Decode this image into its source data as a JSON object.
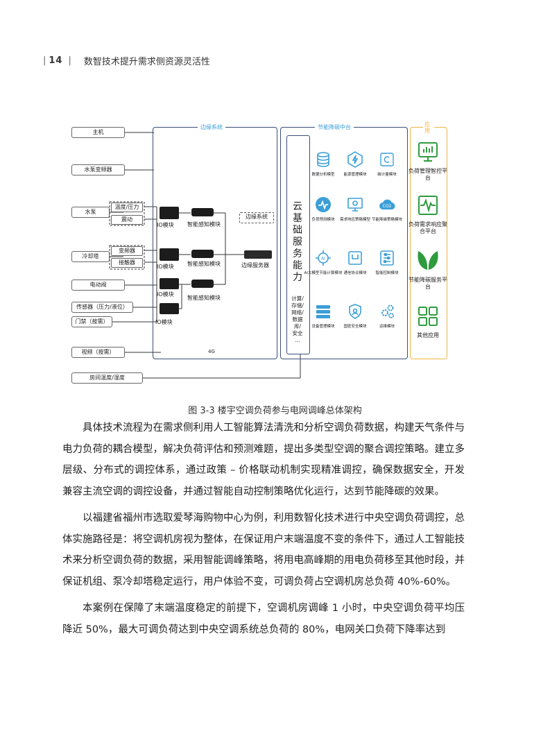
{
  "header": {
    "page_number": "14",
    "title": "数智技术提升需求侧资源灵活性"
  },
  "diagram": {
    "left_boxes": [
      "主机",
      "水泵变频器",
      "水泵",
      "冷却塔",
      "电动阀",
      "传感器（压力/液位）",
      "门禁（按需）",
      "视频（按需）",
      "房间温度/湿度"
    ],
    "pump_subs": [
      "温度/压力",
      "震动"
    ],
    "tower_subs": [
      "变频器",
      "接触器"
    ],
    "edge_system_title": "边缘系统",
    "io_labels": [
      "IO模块",
      "IO模块",
      "IO模块",
      "IO模块"
    ],
    "sensing_labels": [
      "智能感知模块",
      "智能感知模块",
      "智能感知模块"
    ],
    "edge_dashed": "边缘系统",
    "edge_server": "边缘服务器",
    "net_4g": "4G",
    "middle_title": "节能降碳中台",
    "cloud_title": [
      "云",
      "基",
      "础",
      "服",
      "务",
      "能",
      "力"
    ],
    "cloud_sub": [
      "计算/",
      "存储/",
      "网络/",
      "数据",
      "库/",
      "安全",
      "..."
    ],
    "modules": [
      {
        "icon": "database-icon",
        "label": "数据分析模型"
      },
      {
        "icon": "energy-icon",
        "label": "能源管理模块"
      },
      {
        "icon": "carbon-icon",
        "label": "碳计量模块"
      },
      {
        "icon": "forecast-icon",
        "label": "负荷预测模块"
      },
      {
        "icon": "demand-icon",
        "label": "需求响应策略模型"
      },
      {
        "icon": "co2-icon",
        "label": "节能降碳策略模块"
      },
      {
        "icon": "ai-icon",
        "label": "AI大模型节能计算模块"
      },
      {
        "icon": "protocol-icon",
        "label": "通信协议模块"
      },
      {
        "icon": "control-icon",
        "label": "智能控制模块"
      },
      {
        "icon": "device-icon",
        "label": "设备管理模块"
      },
      {
        "icon": "security-icon",
        "label": "国密安全模块"
      },
      {
        "icon": "ops-icon",
        "label": "运维模块"
      }
    ],
    "apps_title": "应用",
    "apps": [
      {
        "icon": "load-platform-icon",
        "label": "负荷管理智控平台"
      },
      {
        "icon": "wave-icon",
        "label": "负荷需求响应聚合平台"
      },
      {
        "icon": "leaf-icon",
        "label": "节能降碳服务平台"
      },
      {
        "icon": "grid-icon",
        "label": "其他应用"
      }
    ],
    "colors": {
      "frame": "#3a4e78",
      "accent_blue": "#3b9fd8",
      "app_frame": "#f0b444",
      "green": "#2e9b3e"
    }
  },
  "caption": "图 3-3  楼宇空调负荷参与电网调峰总体架构",
  "paragraphs": [
    "具体技术流程为在需求侧利用人工智能算法清洗和分析空调负荷数据，构建天气条件与电力负荷的耦合模型，解决负荷评估和预测难题，提出多类型空调的聚合调控策略。建立多层级、分布式的调控体系，通过政策 – 价格联动机制实现精准调控，确保数据安全，开发兼容主流空调的调控设备，并通过智能自动控制策略优化运行，达到节能降碳的效果。",
    "以福建省福州市选取爱琴海购物中心为例，利用数智化技术进行中央空调负荷调控，总体实施路径是：将空调机房视为整体，在保证用户末端温度不变的条件下，通过人工智能技术来分析空调负荷的数据，采用智能调峰策略，将用电高峰期的用电负荷移至其他时段，并保证机组、泵冷却塔稳定运行，用户体验不变，可调负荷占空调机房总负荷 40%-60%。",
    "本案例在保障了末端温度稳定的前提下，空调机房调峰 1 小时，中央空调负荷平均压降近 50%，最大可调负荷达到中央空调系统总负荷的 80%，电网关口负荷下降率达到"
  ]
}
